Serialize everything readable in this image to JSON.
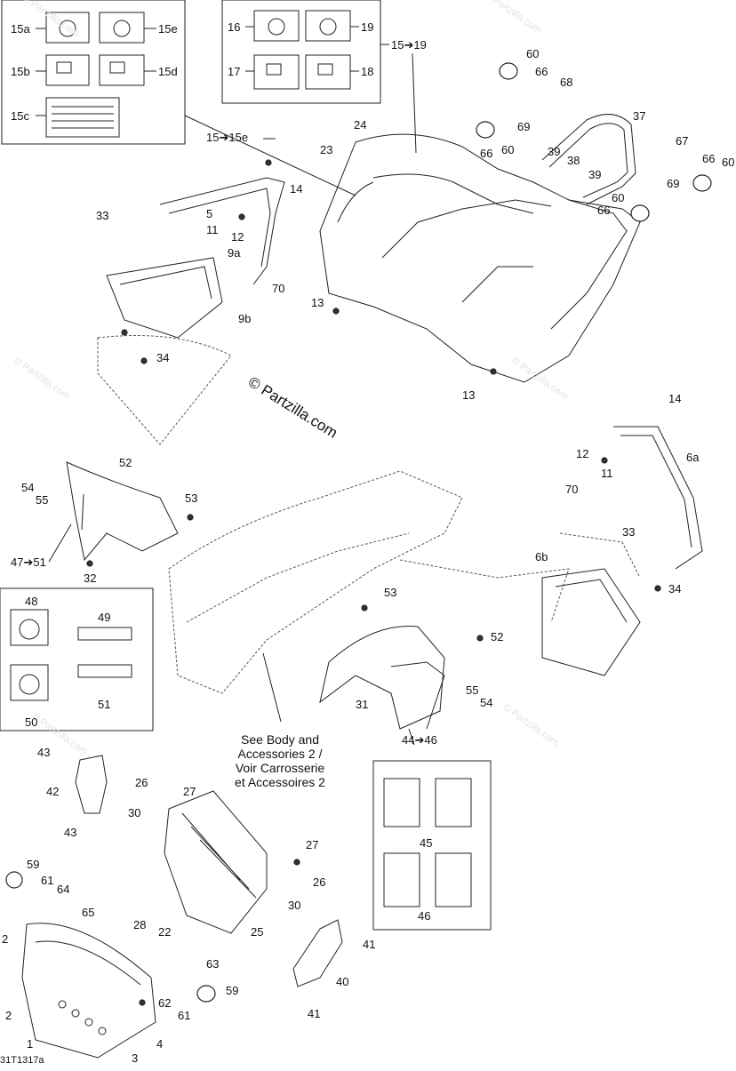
{
  "watermark": "© Partzilla.com",
  "copyright": "© Partzilla.com",
  "note": {
    "line1": "See Body and",
    "line2": "Accessories 2 /",
    "line3": "Voir Carrosserie",
    "line4": "et Accessoires 2"
  },
  "figure_code": "31T1317a",
  "groups": {
    "g15e": "15➔15e",
    "g19": "15➔19",
    "g51": "47➔51",
    "g46": "44➔46"
  },
  "callouts": {
    "c15a": "15a",
    "c15e": "15e",
    "c15b": "15b",
    "c15d": "15d",
    "c15c": "15c",
    "c16": "16",
    "c19": "19",
    "c17": "17",
    "c18": "18",
    "c60a": "60",
    "c66a": "66",
    "c68": "68",
    "c37": "37",
    "c69a": "69",
    "c24": "24",
    "c23": "23",
    "c66b": "66",
    "c60b": "60",
    "c39a": "39",
    "c38": "38",
    "c39b": "39",
    "c67": "67",
    "c66c": "66",
    "c60c": "60",
    "c69b": "69",
    "c60d": "60",
    "c66d": "66",
    "c14a": "14",
    "c33a": "33",
    "c5": "5",
    "c11a": "11",
    "c12a": "12",
    "c9a": "9a",
    "c70a": "70",
    "c13a": "13",
    "c9b": "9b",
    "c34a": "34",
    "c13b": "13",
    "c14b": "14",
    "c12b": "12",
    "c6a": "6a",
    "c11b": "11",
    "c70b": "70",
    "c33b": "33",
    "c6b": "6b",
    "c34b": "34",
    "c52a": "52",
    "c54a": "54",
    "c55a": "55",
    "c53a": "53",
    "c32": "32",
    "c48": "48",
    "c49": "49",
    "c50": "50",
    "c51": "51",
    "c53b": "53",
    "c52b": "52",
    "c31": "31",
    "c55b": "55",
    "c54b": "54",
    "c43a": "43",
    "c42": "42",
    "c43b": "43",
    "c26a": "26",
    "c27a": "27",
    "c30a": "30",
    "c27b": "27",
    "c26b": "26",
    "c30b": "30",
    "c28": "28",
    "c22": "22",
    "c25": "25",
    "c45": "45",
    "c46": "46",
    "c59a": "59",
    "c61a": "61",
    "c64": "64",
    "c65": "65",
    "c2a": "2",
    "c2b": "2",
    "c63": "63",
    "c62": "62",
    "c61b": "61",
    "c59b": "59",
    "c41a": "41",
    "c40": "40",
    "c41b": "41",
    "c1": "1",
    "c4": "4",
    "c3": "3"
  }
}
